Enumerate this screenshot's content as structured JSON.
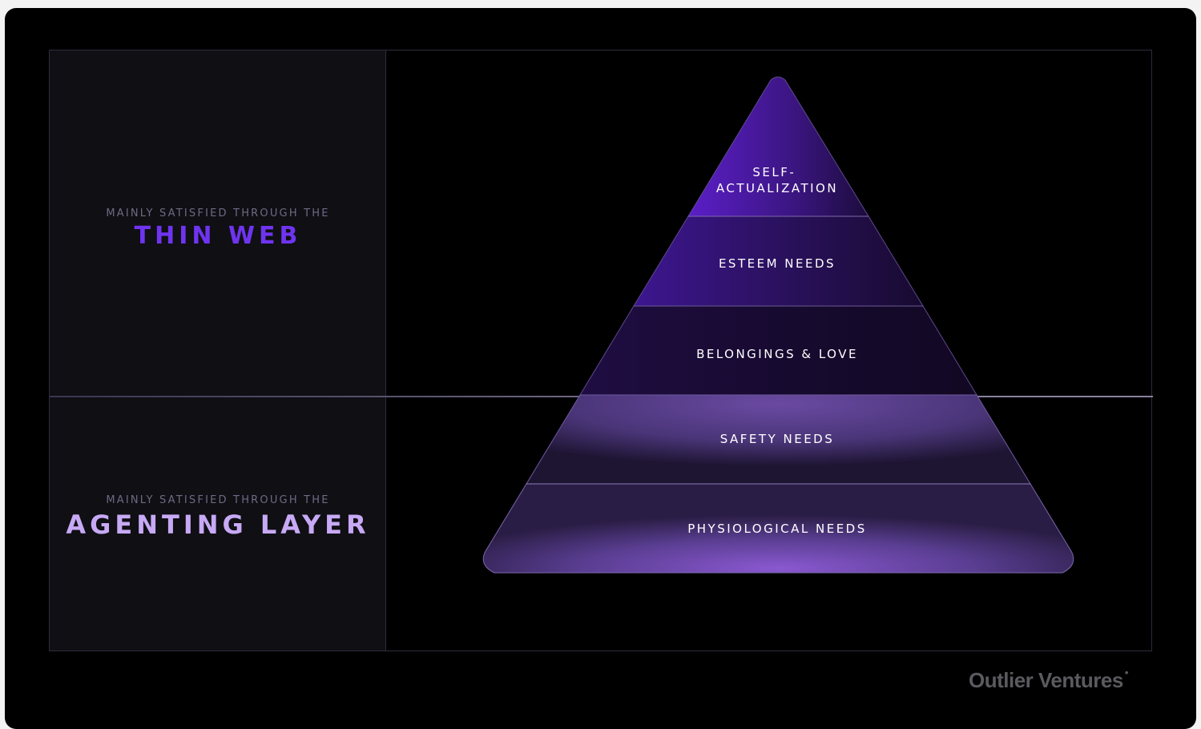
{
  "panels": {
    "top": {
      "caption": "MAINLY SATISFIED THROUGH THE",
      "title": "THIN WEB",
      "title_color": "#6f34f0"
    },
    "bottom": {
      "caption": "MAINLY SATISFIED THROUGH THE",
      "title": "AGENTING LAYER",
      "title_color": "#c7a9f5"
    }
  },
  "pyramid": {
    "tiers": [
      {
        "label_lines": [
          "SELF-",
          "ACTUALIZATION"
        ]
      },
      {
        "label_lines": [
          "ESTEEM NEEDS"
        ]
      },
      {
        "label_lines": [
          "BELONGINGS & LOVE"
        ]
      },
      {
        "label_lines": [
          "SAFETY NEEDS"
        ]
      },
      {
        "label_lines": [
          "PHYSIOLOGICAL NEEDS"
        ]
      }
    ]
  },
  "brand": {
    "name": "Outlier Ventures",
    "mark": "•"
  },
  "colors": {
    "background": "#000000",
    "panel": "#0f0f14",
    "accent_purple": "#6f34f0",
    "light_purple": "#c7a9f5"
  }
}
